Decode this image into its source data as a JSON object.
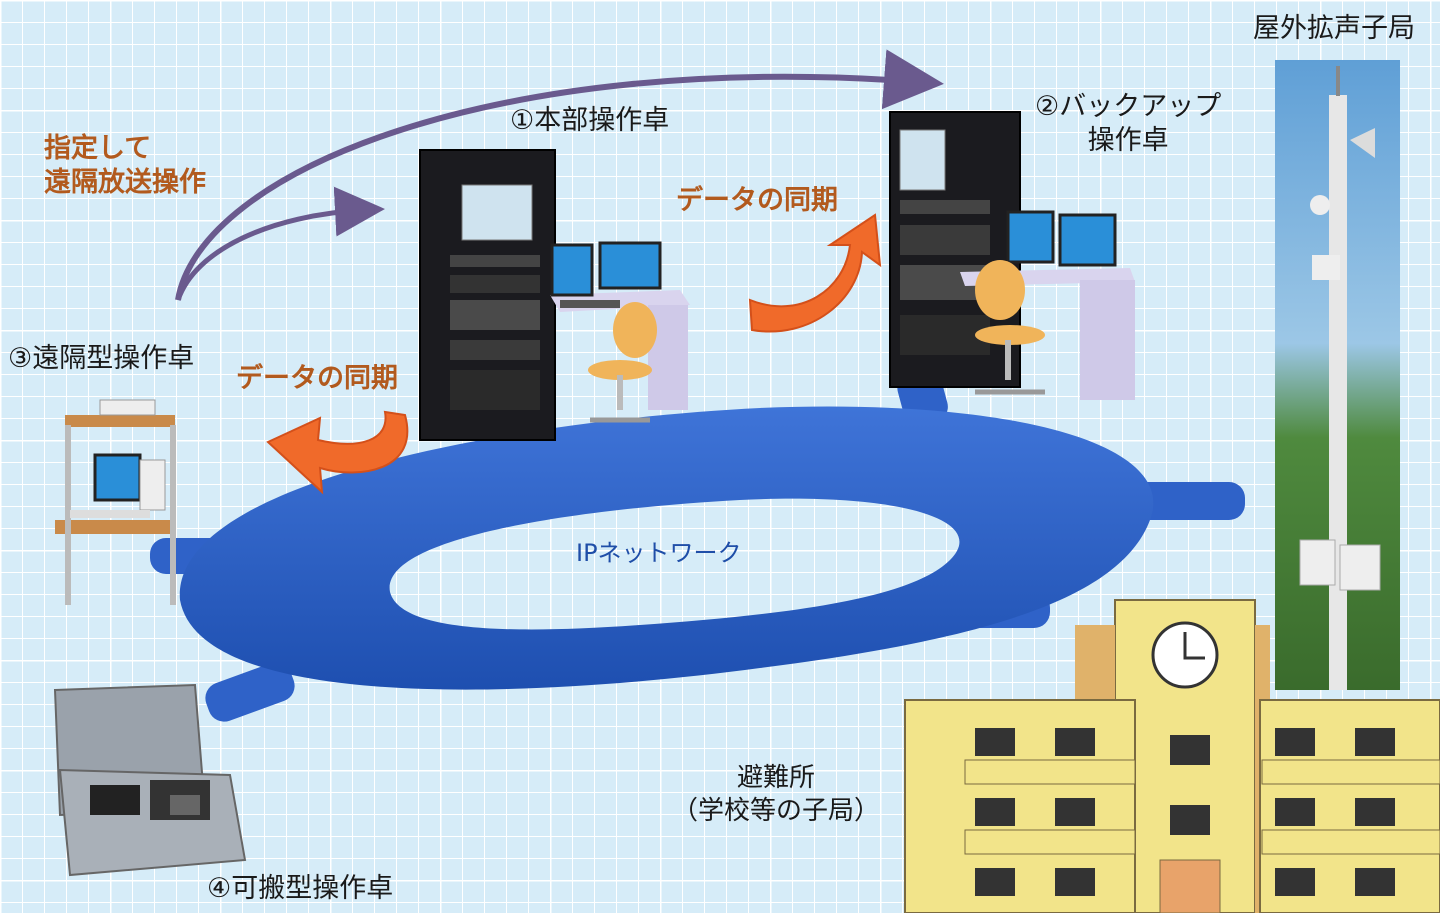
{
  "labels": {
    "main_console": "①本部操作卓",
    "backup_console_line1": "②バックアップ",
    "backup_console_line2": "操作卓",
    "remote_console": "③遠隔型操作卓",
    "portable_console": "④可搬型操作卓",
    "outdoor_speaker": "屋外拡声子局",
    "shelter_line1": "避難所",
    "shelter_line2": "（学校等の子局）",
    "designated_line1": "指定して",
    "designated_line2": "遠隔放送操作",
    "sync_top": "データの同期",
    "sync_left": "データの同期",
    "network": "IPネットワーク"
  },
  "colors": {
    "background": "#d6ecf8",
    "network_ring": "#2f62c8",
    "sync_arrow": "#f06a2a",
    "remote_arrow": "#6a5a8e",
    "accent_text": "#b25a1e",
    "building": "#f2e48a"
  }
}
